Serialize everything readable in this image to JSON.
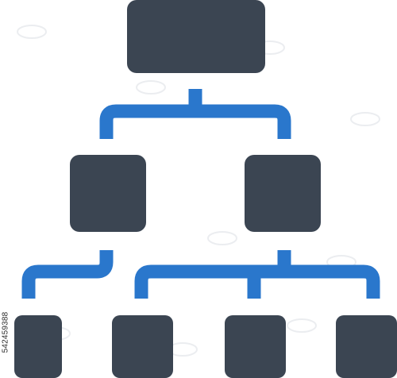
{
  "diagram": {
    "type": "hierarchy-org-chart-icon",
    "levels": 3,
    "node_count": 7,
    "nodes": [
      {
        "id": "root",
        "level": 0
      },
      {
        "id": "child-left",
        "level": 1
      },
      {
        "id": "child-right",
        "level": 1
      },
      {
        "id": "leaf-1",
        "level": 2
      },
      {
        "id": "leaf-2",
        "level": 2
      },
      {
        "id": "leaf-3",
        "level": 2
      },
      {
        "id": "leaf-4",
        "level": 2
      }
    ],
    "edges": [
      {
        "from": "root",
        "to": "child-left"
      },
      {
        "from": "root",
        "to": "child-right"
      },
      {
        "from": "child-left",
        "to": "leaf-1"
      },
      {
        "from": "child-right",
        "to": "leaf-2"
      },
      {
        "from": "child-right",
        "to": "leaf-3"
      },
      {
        "from": "child-right",
        "to": "leaf-4"
      }
    ]
  },
  "colors": {
    "node_fill": "#3b4552",
    "connector": "#2a77cc",
    "background": "#ffffff",
    "watermark": "#e9ebee"
  },
  "watermark": {
    "image_id": "542459388"
  }
}
